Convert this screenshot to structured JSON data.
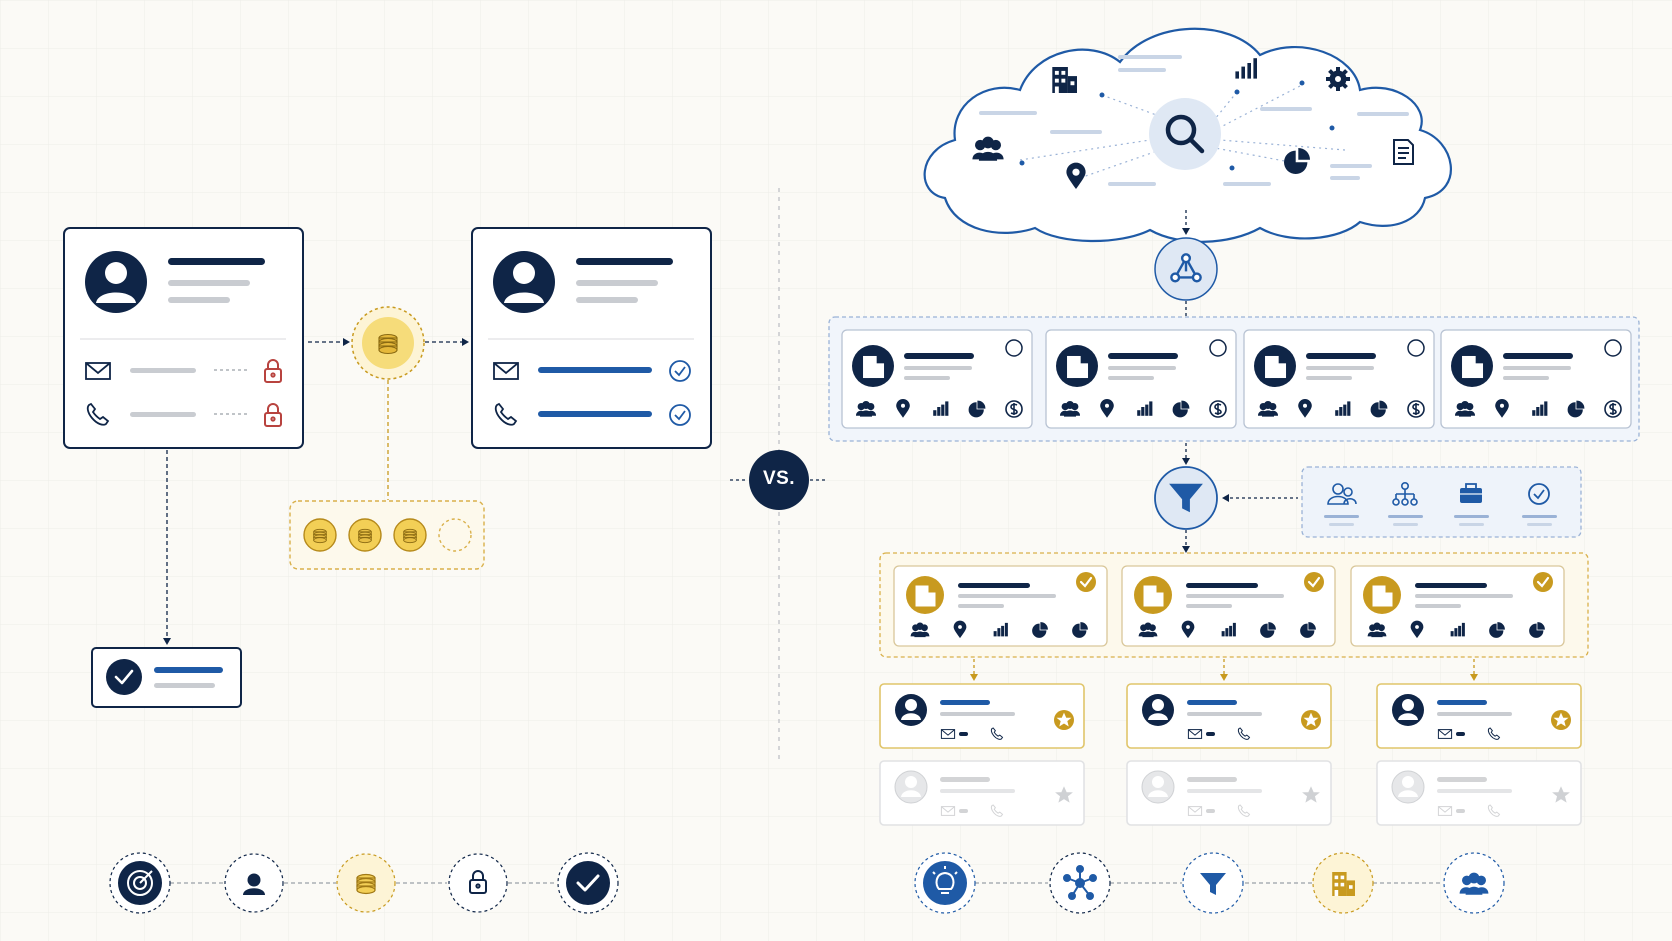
{
  "vs_label": "VS.",
  "colors": {
    "navy": "#0f2547",
    "blue": "#1f5aa6",
    "gold": "#c89a1f",
    "gold_light": "#f6dc7a",
    "lock_red": "#b8433f",
    "line_gray": "#c9ccd1",
    "ghost_gray": "#d3d4d6",
    "background": "#fbfaf6"
  },
  "left_flow": {
    "locked_card": {
      "avatar_icon": "user-avatar-icon",
      "contact_icons": [
        "envelope-icon",
        "phone-icon"
      ],
      "status_icons": [
        "lock-icon",
        "lock-icon"
      ]
    },
    "credit_node": {
      "icon": "coins-icon"
    },
    "credit_pool": {
      "filled_coins": 3,
      "empty_slots": 1
    },
    "unlocked_card": {
      "avatar_icon": "user-avatar-icon",
      "contact_icons": [
        "envelope-icon",
        "phone-icon"
      ],
      "status_icons": [
        "check-circle-icon",
        "check-circle-icon"
      ]
    },
    "result_card": {
      "icon": "check-circle-icon"
    },
    "steps": [
      "target-icon",
      "user-icon",
      "coins-icon",
      "lock-icon",
      "check-circle-icon"
    ]
  },
  "right_flow": {
    "cloud_icons": [
      "building-icon",
      "bar-chart-icon",
      "gear-icon",
      "users-icon",
      "search-icon",
      "map-pin-icon",
      "pie-chart-icon",
      "document-icon"
    ],
    "network_node": {
      "icon": "network-icon"
    },
    "company_cards": [
      {
        "icon": "building-icon",
        "metric_icons": [
          "users-icon",
          "map-pin-icon",
          "bar-chart-icon",
          "pie-chart-icon",
          "dollar-icon"
        ]
      },
      {
        "icon": "building-icon",
        "metric_icons": [
          "users-icon",
          "map-pin-icon",
          "bar-chart-icon",
          "pie-chart-icon",
          "dollar-icon"
        ]
      },
      {
        "icon": "building-icon",
        "metric_icons": [
          "users-icon",
          "map-pin-icon",
          "bar-chart-icon",
          "pie-chart-icon",
          "dollar-icon"
        ]
      },
      {
        "icon": "building-icon",
        "metric_icons": [
          "users-icon",
          "map-pin-icon",
          "bar-chart-icon",
          "pie-chart-icon",
          "dollar-icon"
        ]
      }
    ],
    "filter_node": {
      "icon": "filter-icon"
    },
    "criteria": [
      "users-icon",
      "org-chart-icon",
      "briefcase-icon",
      "check-circle-icon"
    ],
    "selected_companies": [
      {
        "icon": "building-icon",
        "badge": "check-circle-icon"
      },
      {
        "icon": "building-icon",
        "badge": "check-circle-icon"
      },
      {
        "icon": "building-icon",
        "badge": "check-circle-icon"
      }
    ],
    "top_contacts": [
      {
        "avatar": "user-avatar-icon",
        "badge": "star-icon"
      },
      {
        "avatar": "user-avatar-icon",
        "badge": "star-icon"
      },
      {
        "avatar": "user-avatar-icon",
        "badge": "star-icon"
      }
    ],
    "other_contacts": [
      {
        "avatar": "user-avatar-icon",
        "badge": "star-icon"
      },
      {
        "avatar": "user-avatar-icon",
        "badge": "star-icon"
      },
      {
        "avatar": "user-avatar-icon",
        "badge": "star-icon"
      }
    ],
    "steps": [
      "lightbulb-icon",
      "network-icon",
      "filter-icon",
      "building-icon",
      "users-icon"
    ]
  }
}
